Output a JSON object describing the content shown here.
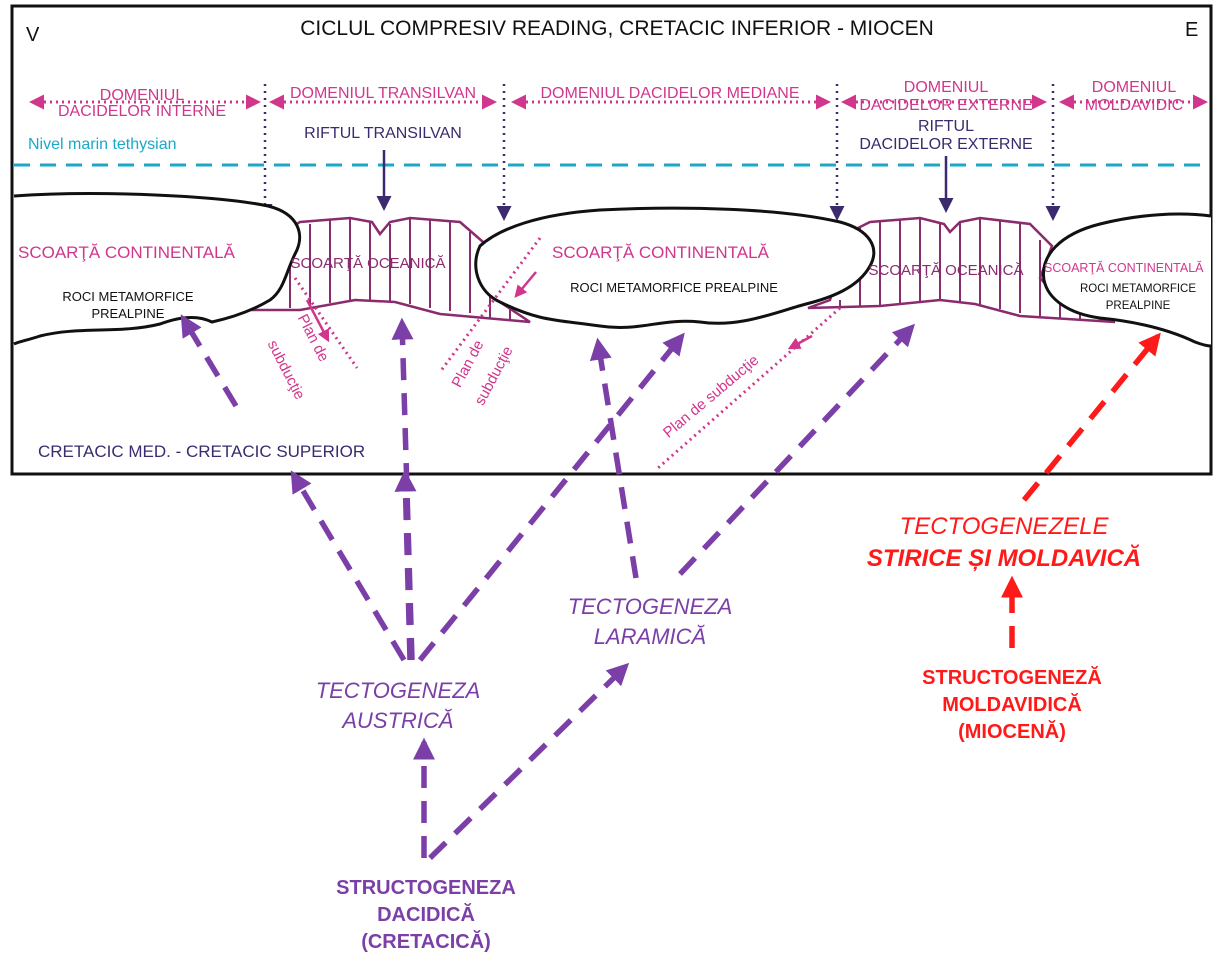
{
  "colors": {
    "purple": "#7b3fa7",
    "magenta": "#d1368d",
    "crust": "#8a2b6e",
    "navy": "#3b2a6e",
    "cyan": "#1ba8c8",
    "red": "#ff1a1a",
    "black": "#111111"
  },
  "header": {
    "west": "V",
    "title": "CICLUL COMPRESIV READING, CRETACIC INFERIOR - MIOCEN",
    "east": "E"
  },
  "domains": {
    "interne_1": "DOMENIUL",
    "interne_2": "DACIDELOR INTERNE",
    "transilvan": "DOMENIUL TRANSILVAN",
    "mediane": "DOMENIUL DACIDELOR MEDIANE",
    "externe_1": "DOMENIUL",
    "externe_2": "DACIDELOR EXTERNE",
    "moldavidic_1": "DOMENIUL",
    "moldavidic_2": "MOLDAVIDIC"
  },
  "sea_level": "Nivel marin tethysian",
  "rifts": {
    "transilvan": "RIFTUL TRANSILVAN",
    "externe_1": "RIFTUL",
    "externe_2": "DACIDELOR EXTERNE"
  },
  "crust": {
    "continental": "SCOARŢĂ CONTINENTALĂ",
    "oceanic": "SCOARŢĂ OCEANICĂ",
    "rocks_1": "ROCI METAMORFICE",
    "rocks_2": "PREALPINE",
    "rocks_full": "ROCI METAMORFICE PREALPINE"
  },
  "subduction": {
    "plan_1": "Plan de",
    "plan_2": "subducţie",
    "plan_full": "Plan de subducţie"
  },
  "period": "CRETACIC MED. - CRETACIC SUPERIOR",
  "tectogenesis": {
    "austrica_1": "TECTOGENEZA",
    "austrica_2": "AUSTRICĂ",
    "laramica_1": "TECTOGENEZA",
    "laramica_2": "LARAMICĂ",
    "stirice_1": "TECTOGENEZELE",
    "stirice_2": "STIRICE ȘI MOLDAVICĂ"
  },
  "structogenesis": {
    "dacidica_1": "STRUCTOGENEZA",
    "dacidica_2": "DACIDICĂ",
    "dacidica_3": "(CRETACICĂ)",
    "moldavidica_1": "STRUCTOGENEZĂ",
    "moldavidica_2": "MOLDAVIDICĂ",
    "moldavidica_3": "(MIOCENĂ)"
  }
}
